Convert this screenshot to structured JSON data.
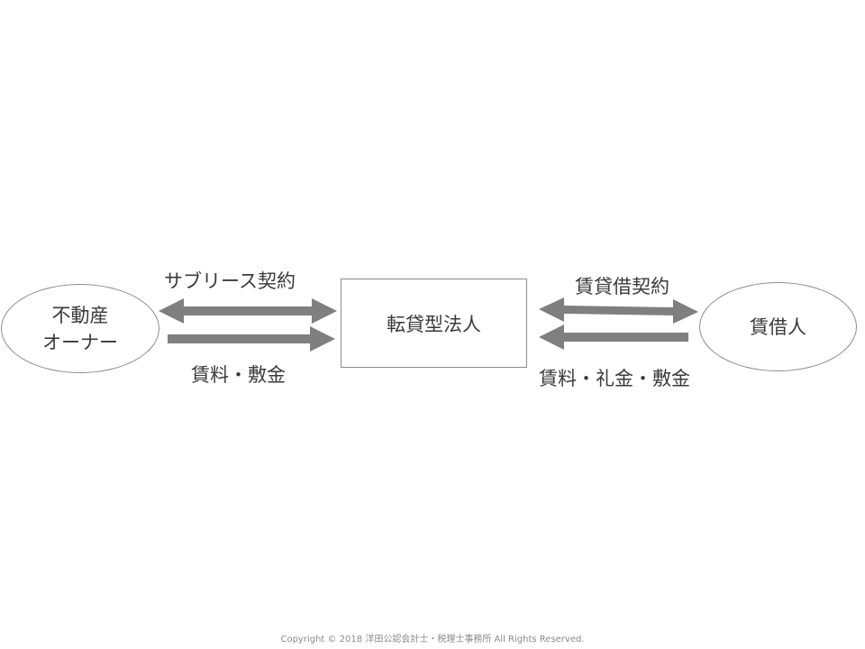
{
  "nodes": {
    "owner": {
      "line1": "不動産",
      "line2": "オーナー"
    },
    "sublease_company": {
      "label": "転貸型法人"
    },
    "tenant": {
      "label": "賃借人"
    }
  },
  "edges": {
    "sublease_contract": "サブリース契約",
    "rent_deposit": "賃料・敷金",
    "lease_contract": "賃貸借契約",
    "rent_keymoney_deposit": "賃料・礼金・敷金"
  },
  "colors": {
    "arrow": "#7f7f7f",
    "outline": "#8c8c8c",
    "text": "#3a3a3a"
  },
  "footer": {
    "copyright": "Copyright © 2018 洋田公認会計士・税理士事務所 All Rights Reserved."
  }
}
